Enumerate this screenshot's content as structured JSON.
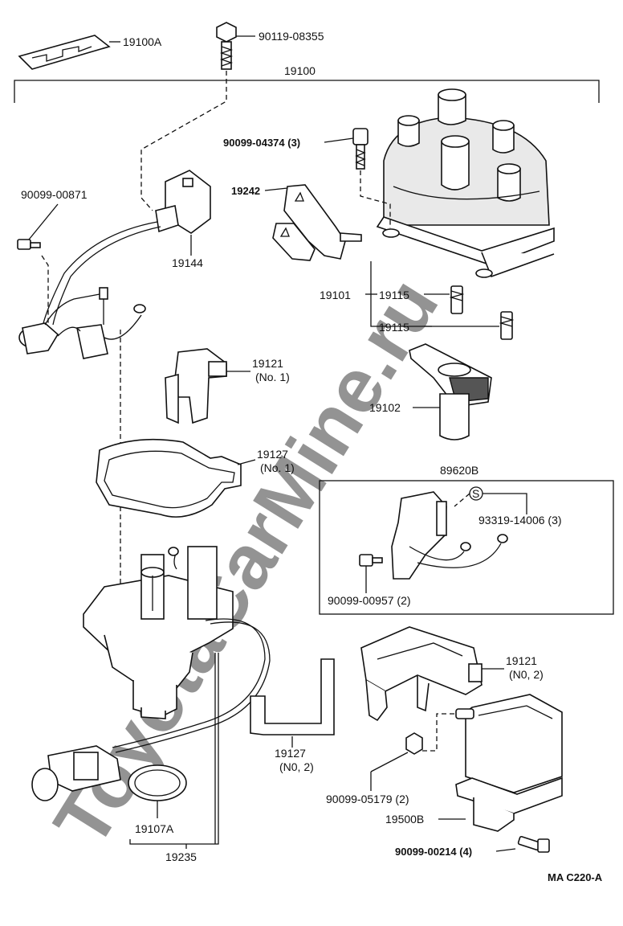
{
  "watermark": "ToyotaCarMine.ru",
  "figure_code": "MA C220-A",
  "labels": {
    "l19100A": "19100A",
    "l90119": "90119-08355",
    "l19100": "19100",
    "l90099_04374": "90099-04374 (3)",
    "l19242": "19242",
    "l90099_00871": "90099-00871",
    "l19144": "19144",
    "l19101": "19101",
    "l19115a": "19115",
    "l19115b": "19115",
    "l19121_1": "19121",
    "l19121_1b": "(No. 1)",
    "l19102": "19102",
    "l19127_1": "19127",
    "l19127_1b": "(No. 1)",
    "l89620B": "89620B",
    "l93319": "93319-14006 (3)",
    "l90099_00957": "90099-00957 (2)",
    "l19121_2": "19121",
    "l19121_2b": "(N0, 2)",
    "l19127_2": "19127",
    "l19127_2b": "(N0, 2)",
    "l90099_05179": "90099-05179 (2)",
    "l19500B": "19500B",
    "l19107A": "19107A",
    "l19235": "19235",
    "l90099_00214": "90099-00214 (4)",
    "circle_s": "S"
  }
}
